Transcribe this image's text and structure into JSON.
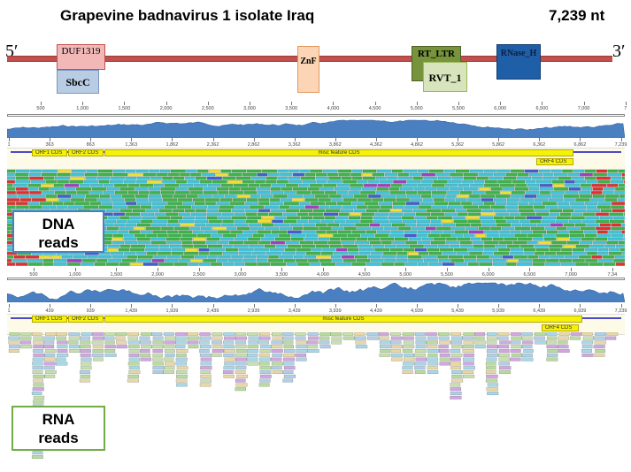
{
  "header": {
    "title": "Grapevine  badnavirus 1 isolate Iraq",
    "length": "7,239 nt",
    "end5": "5′",
    "end3": "3′"
  },
  "domains": [
    {
      "label": "DUF1319",
      "color": "#f2b8b8",
      "border": "#c0504d"
    },
    {
      "label": "SbcC",
      "color": "#b8cce4",
      "border": "#7a96c2"
    },
    {
      "label": "ZnF",
      "color": "#fbd5b5",
      "border": "#e09a5c"
    },
    {
      "label": "RT_LTR",
      "color": "#77933c",
      "border": "#4f6228"
    },
    {
      "label": "RVT_1",
      "color": "#d7e4bc",
      "border": "#9bbb59"
    },
    {
      "label": "RNase_H",
      "color": "#1f5fa8",
      "border": "#123d70"
    }
  ],
  "dna_panel": {
    "ruler_ticks": [
      "500",
      "1,000",
      "1,500",
      "2,000",
      "2,500",
      "3,000",
      "3,500",
      "4,000",
      "4,500",
      "5,000",
      "5,500",
      "6,000",
      "6,500",
      "7,000",
      "7"
    ],
    "annotation_ticks": [
      "1",
      "363",
      "863",
      "1,363",
      "1,862",
      "2,362",
      "2,862",
      "3,362",
      "3,862",
      "4,362",
      "4,862",
      "5,362",
      "5,862",
      "6,362",
      "6,862",
      "7,239"
    ],
    "cds": [
      "ORF1 CDS",
      "ORF2 CDS",
      "misc feature CDS",
      "ORF4 CDS"
    ],
    "bottom_ticks": [
      "500",
      "1,000",
      "1,500",
      "2,000",
      "2,500",
      "3,000",
      "3,500",
      "4,000",
      "4,500",
      "5,000",
      "5,500",
      "6,000",
      "6,500",
      "7,000",
      "7,34"
    ],
    "reads_label": "DNA reads"
  },
  "rna_panel": {
    "annotation_ticks": [
      "1",
      "439",
      "939",
      "1,439",
      "1,939",
      "2,439",
      "2,939",
      "3,439",
      "3,939",
      "4,439",
      "4,939",
      "5,439",
      "5,939",
      "6,439",
      "6,939",
      "7,239"
    ],
    "cds": [
      "ORF1 CDS",
      "ORF2 CDS",
      "misc feature CDS",
      "ORF4 CDS"
    ],
    "reads_label": "RNA reads"
  },
  "colors": {
    "coverage": "#4a7fc1",
    "dna_box_border": "#4a7fc1",
    "rna_box_border": "#70ad47",
    "read_green": "#3cb44b",
    "read_cyan": "#40c4d8",
    "read_red": "#e03030",
    "read_blue": "#4060d0",
    "read_purple": "#a040c0",
    "read_yellow": "#f0e030"
  }
}
